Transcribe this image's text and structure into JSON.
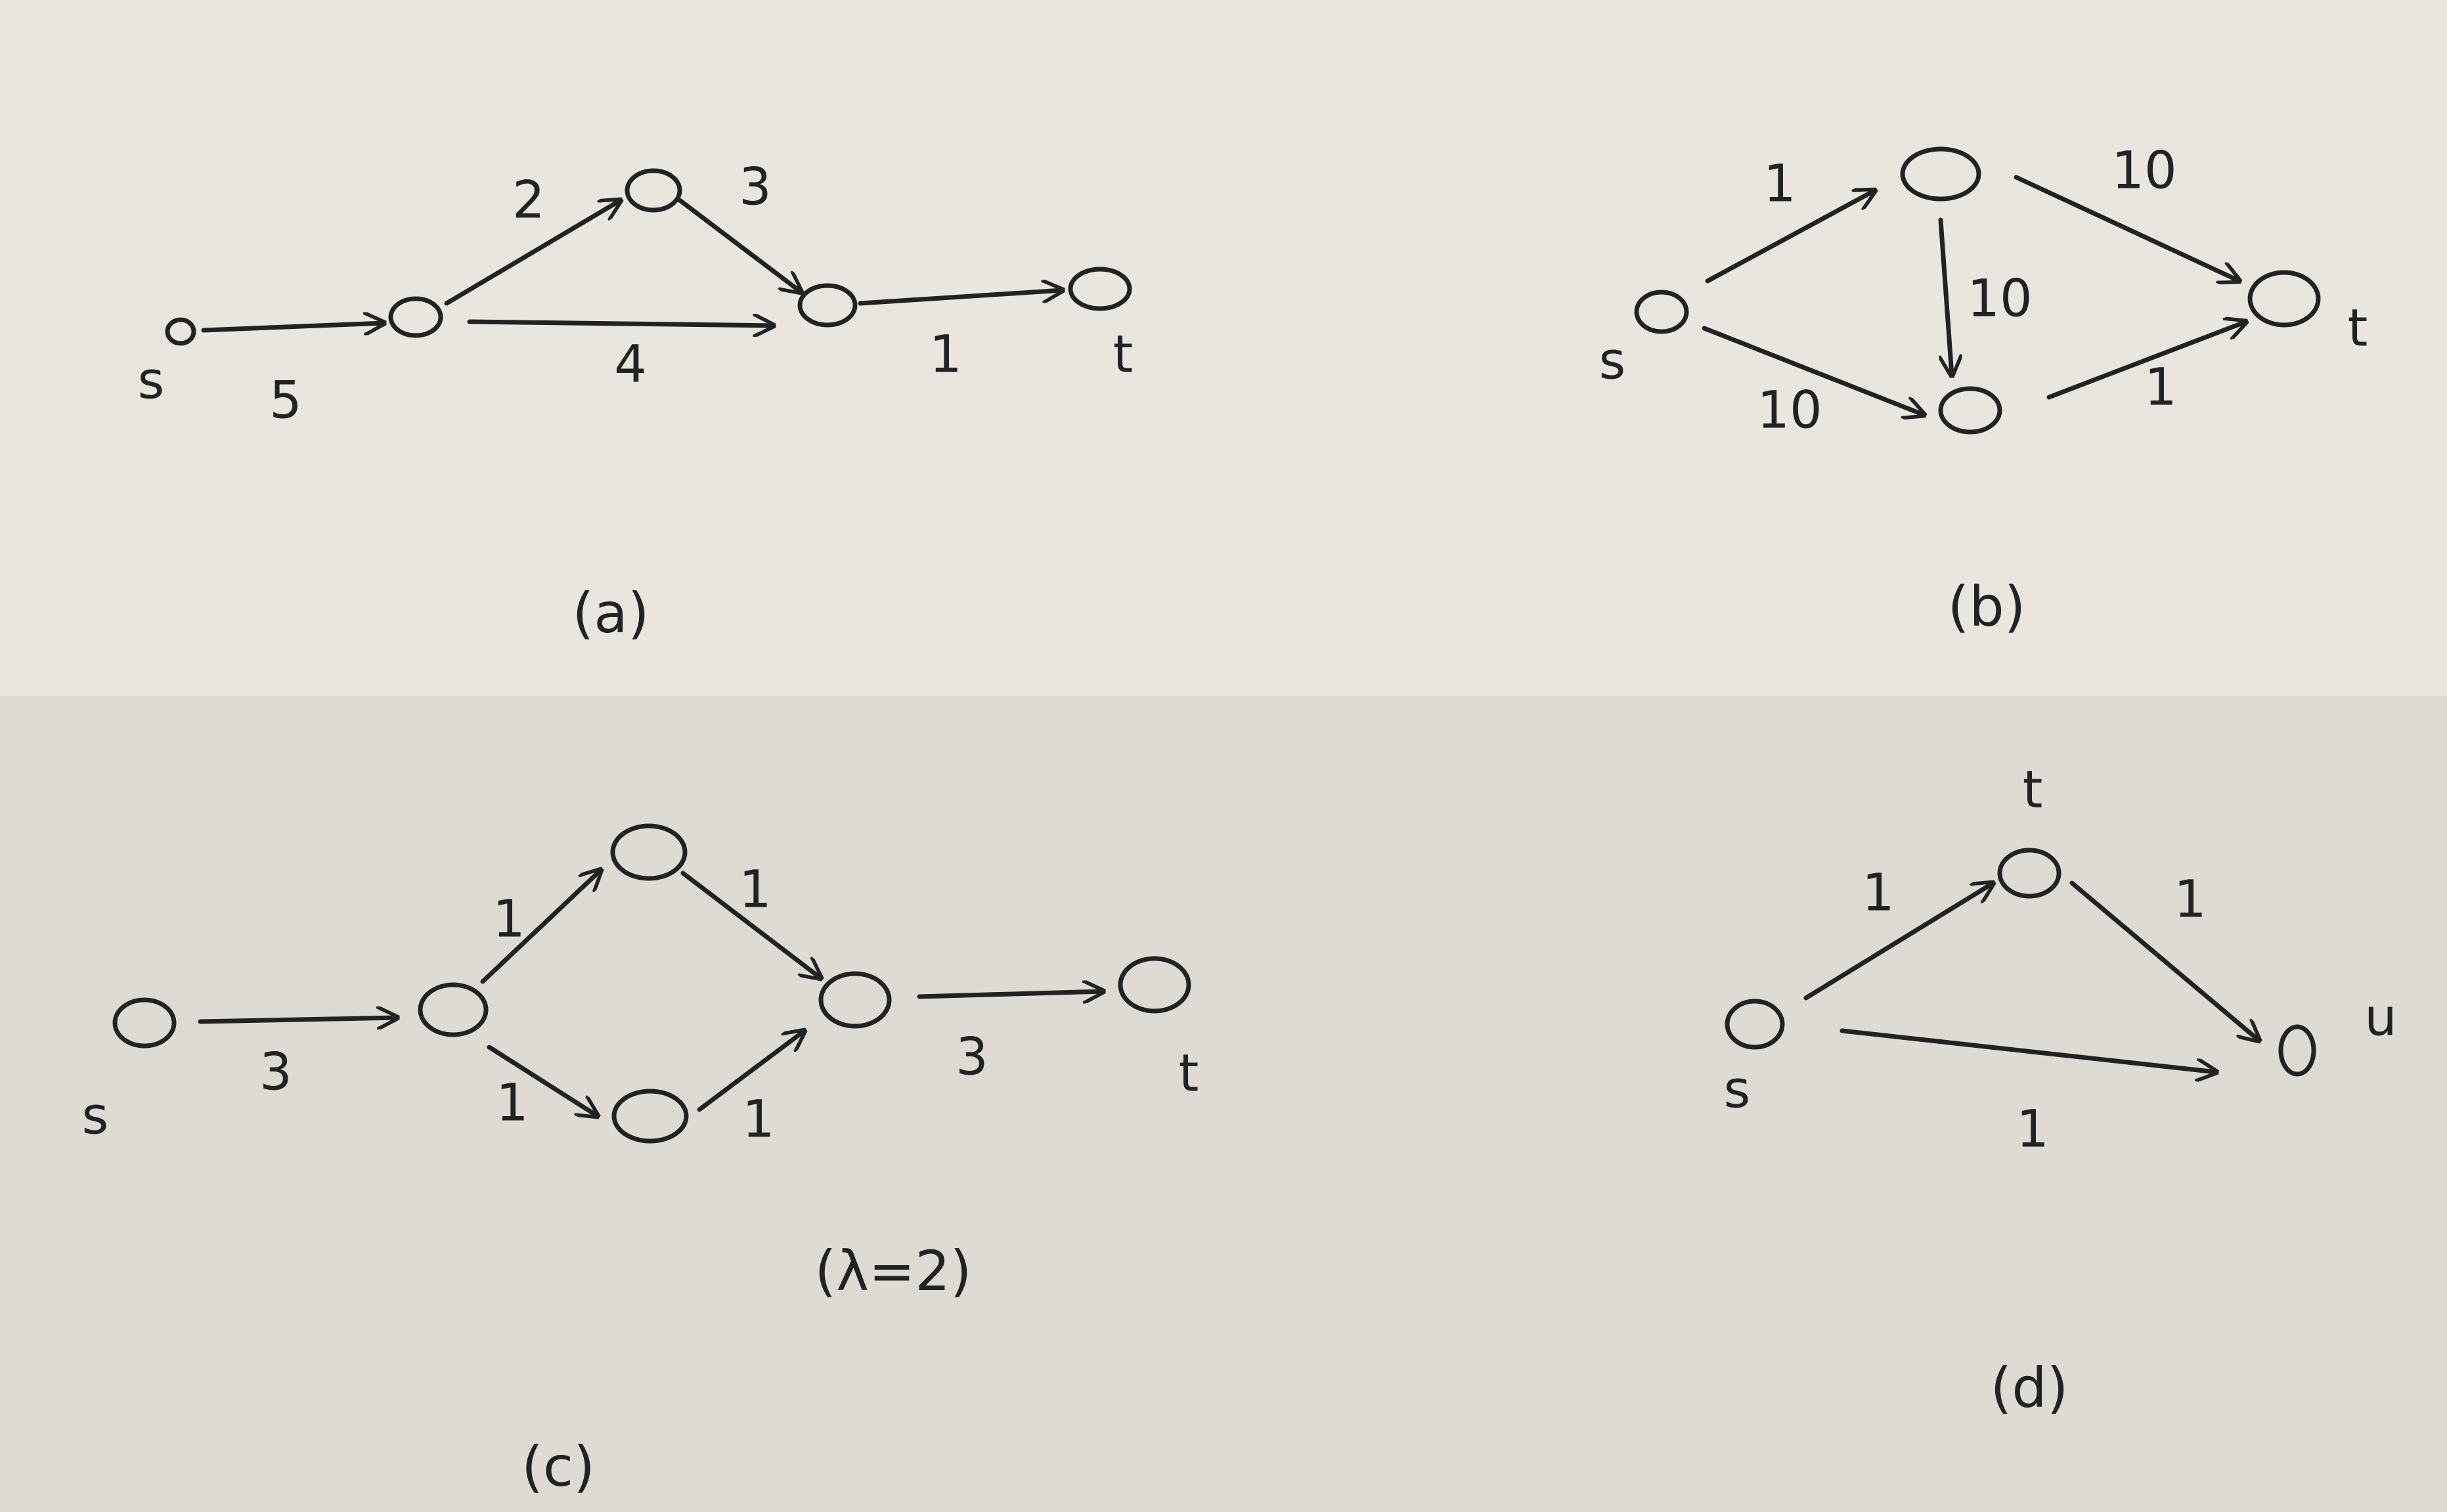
{
  "colors": {
    "paper_top": "#e9e6e0",
    "paper_bottom": "#dedbd5",
    "ink": "#222222"
  },
  "diagrams": {
    "a": {
      "caption": "(a)",
      "node_labels": {
        "source": "s",
        "sink": "t"
      },
      "edge_labels": {
        "e1": "5",
        "e2": "2",
        "e3": "3",
        "e4": "4",
        "e5": "1"
      }
    },
    "b": {
      "caption": "(b)",
      "node_labels": {
        "source": "s",
        "sink": "t"
      },
      "edge_labels": {
        "e1": "1",
        "e2": "10",
        "e3": "10",
        "e4": "10",
        "e5": "1"
      }
    },
    "c": {
      "caption": "(c)",
      "note": "(λ=2)",
      "node_labels": {
        "source": "s",
        "sink": "t"
      },
      "edge_labels": {
        "e1": "3",
        "e2": "1",
        "e3": "1",
        "e4": "1",
        "e5": "1",
        "e6": "3"
      }
    },
    "d": {
      "caption": "(d)",
      "node_labels": {
        "source": "s",
        "top": "t",
        "right": "u"
      },
      "edge_labels": {
        "e1": "1",
        "e2": "1",
        "e3": "1"
      }
    }
  }
}
